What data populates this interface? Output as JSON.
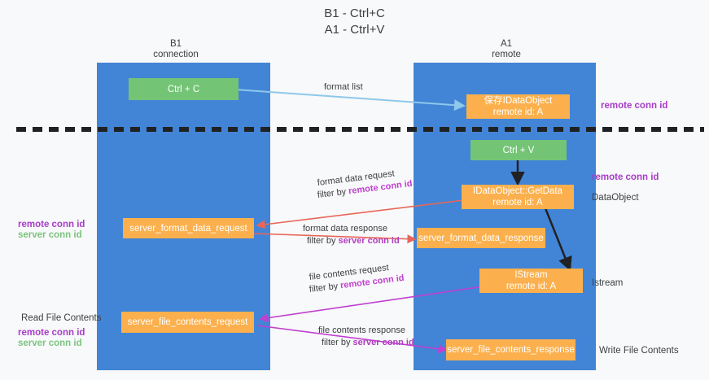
{
  "title": "B1 - Ctrl+C\nA1 - Ctrl+V",
  "columns": [
    {
      "name": "B1",
      "role": "connection",
      "label": "B1\nconnection"
    },
    {
      "name": "A1",
      "role": "remote",
      "label": "A1\nremote"
    }
  ],
  "colors": {
    "lane": "#4285d6",
    "node_green": "#74c476",
    "node_orange": "#fbb04d",
    "remote_conn_id": "#a83bc9",
    "server_conn_id": "#7bc47f",
    "separator": "#202124",
    "arrow_format_list": "#8ec8ea",
    "arrow_format_data": "#e8665a",
    "arrow_file_contents": "#c03fd0",
    "arrow_black": "#202124",
    "background": "#f8f9fa"
  },
  "nodes": {
    "ctrl_c": {
      "label": "Ctrl + C",
      "style": "green"
    },
    "save_idataobject": {
      "label": "保存IDataObject\nremote id: A",
      "style": "orange"
    },
    "ctrl_v": {
      "label": "Ctrl + V",
      "style": "green"
    },
    "getdata": {
      "label": "IDataObject::GetData\nremote id: A",
      "style": "orange"
    },
    "server_format_data_request": {
      "label": "server_format_data_request",
      "style": "orange"
    },
    "server_format_data_response": {
      "label": "server_format_data_response",
      "style": "orange"
    },
    "istream": {
      "label": "IStream\nremote id: A",
      "style": "orange"
    },
    "server_file_contents_request": {
      "label": "server_file_contents_request",
      "style": "orange"
    },
    "server_file_contents_response": {
      "label": "server_file_contents_response",
      "style": "orange"
    }
  },
  "edge_labels": {
    "format_list": "format list",
    "format_data_request": "format data request",
    "format_data_request_filter_prefix": "filter by ",
    "format_data_request_filter_value": "remote conn id",
    "format_data_response": "format data response",
    "format_data_response_filter_prefix": "filter by ",
    "format_data_response_filter_value": "server conn id",
    "file_contents_request": "file contents request",
    "file_contents_request_filter_prefix": "filter by ",
    "file_contents_request_filter_value": "remote conn id",
    "file_contents_response": "file contents response",
    "file_contents_response_filter_prefix": "filter by ",
    "file_contents_response_filter_value": "server conn id"
  },
  "annotations": {
    "right_remote_conn_id_top": "remote conn id",
    "right_remote_conn_id_mid": "remote conn id",
    "right_dataobject": "DataObject",
    "right_istream": "Istream",
    "right_write_file_contents": "Write File Contents",
    "left_remote_conn_id_mid": "remote conn id",
    "left_server_conn_id_mid": "server conn id",
    "left_read_file_contents": "Read File Contents",
    "left_remote_conn_id_bottom": "remote conn id",
    "left_server_conn_id_bottom": "server conn id"
  }
}
